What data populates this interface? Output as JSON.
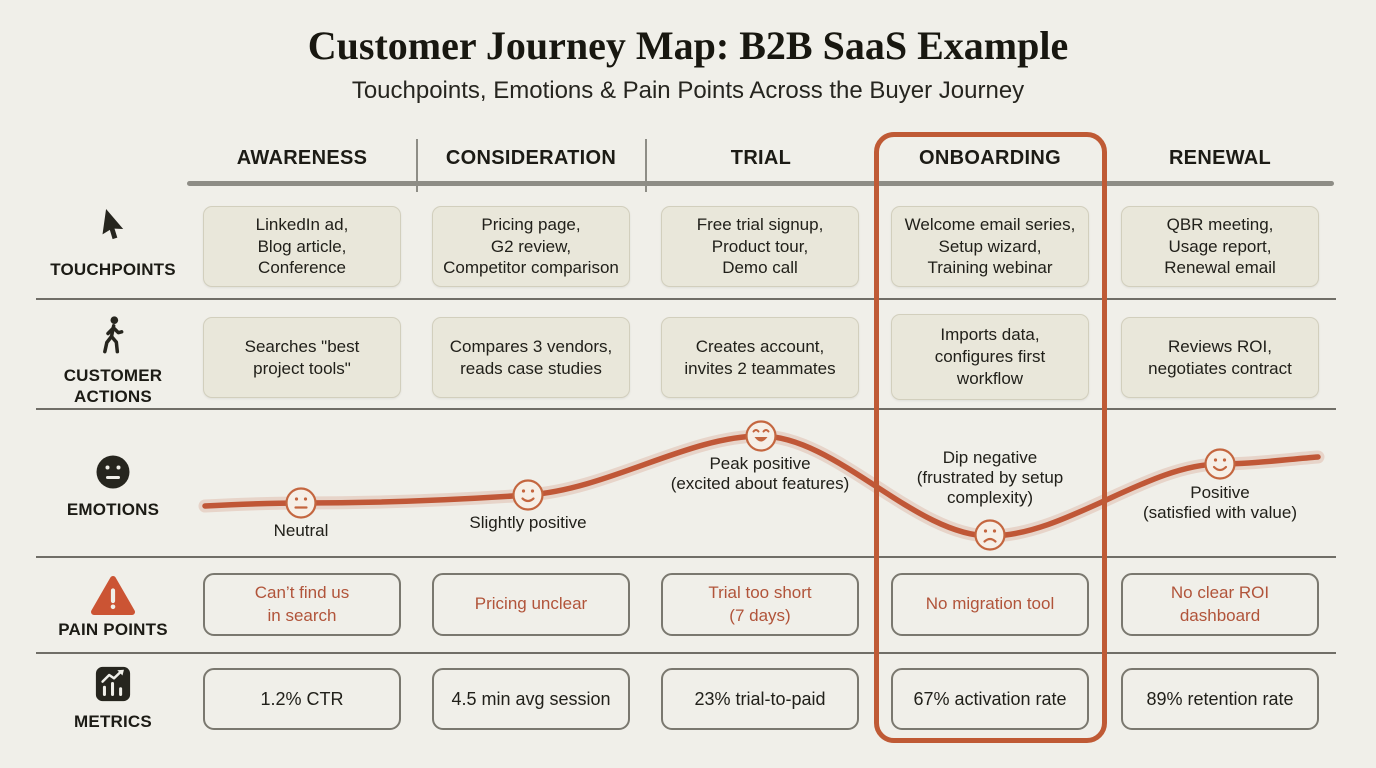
{
  "page": {
    "title": "Customer Journey Map: B2B SaaS Example",
    "subtitle": "Touchpoints, Emotions & Pain Points Across the Buyer Journey"
  },
  "stages": [
    {
      "label": "AWARENESS",
      "highlighted": false
    },
    {
      "label": "CONSIDERATION",
      "highlighted": false
    },
    {
      "label": "TRIAL",
      "highlighted": false
    },
    {
      "label": "ONBOARDING",
      "highlighted": true
    },
    {
      "label": "RENEWAL",
      "highlighted": false
    }
  ],
  "rows": [
    {
      "label": "TOUCHPOINTS",
      "icon": "cursor-icon",
      "cells": [
        "LinkedIn ad,\nBlog article,\nConference",
        "Pricing page,\nG2 review,\nCompetitor comparison",
        "Free trial signup,\nProduct tour,\nDemo call",
        "Welcome email series,\nSetup wizard,\nTraining webinar",
        "QBR meeting,\nUsage report,\nRenewal email"
      ]
    },
    {
      "label": "CUSTOMER ACTIONS",
      "icon": "walking-person-icon",
      "cells": [
        "Searches \"best\nproject tools\"",
        "Compares 3 vendors,\nreads case studies",
        "Creates account,\ninvites 2 teammates",
        "Imports data,\nconfigures first\nworkflow",
        "Reviews ROI,\nnegotiates contract"
      ]
    },
    {
      "label": "EMOTIONS",
      "icon": "neutral-face-icon",
      "curve_points": [
        {
          "id": "neutral",
          "sentiment": "neutral",
          "label": "Neutral"
        },
        {
          "id": "slightly-positive",
          "sentiment": "slightly-positive",
          "label": "Slightly positive"
        },
        {
          "id": "peak-positive",
          "sentiment": "very-positive",
          "label": "Peak positive\n(excited about features)"
        },
        {
          "id": "dip-negative",
          "sentiment": "negative",
          "label": "Dip negative\n(frustrated by setup\ncomplexity)"
        },
        {
          "id": "positive",
          "sentiment": "positive",
          "label": "Positive\n(satisfied with value)"
        }
      ]
    },
    {
      "label": "PAIN POINTS",
      "icon": "warning-triangle-icon",
      "cells": [
        "Can’t find us\nin search",
        "Pricing unclear",
        "Trial too short\n(7 days)",
        "No migration tool",
        "No clear ROI\ndashboard"
      ]
    },
    {
      "label": "METRICS",
      "icon": "bar-chart-icon",
      "cells": [
        "1.2% CTR",
        "4.5 min avg session",
        "23% trial-to-paid",
        "67% activation rate",
        "89% retention rate"
      ]
    }
  ],
  "colors": {
    "background": "#f0efe9",
    "accent_orange": "#bf5a35",
    "curve_orange": "#c05737",
    "card_fill": "#e9e7da",
    "pain_text": "#b1543a",
    "text_dark": "#21201a",
    "divider_gray": "#8e8d86"
  }
}
